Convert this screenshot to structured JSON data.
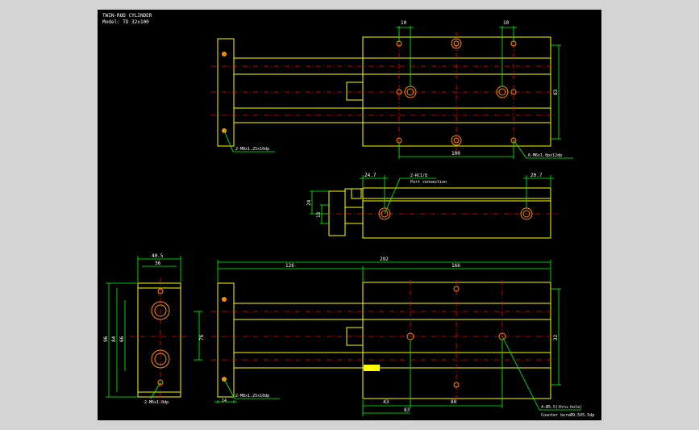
{
  "title_block": {
    "line1": "TWIN-ROD CYLINDER",
    "line2": "Model: TD 32x100"
  },
  "colors": {
    "background": "#000000",
    "outline": "#ffff00",
    "centerline": "#ff0000",
    "dimension": "#00ff00",
    "hole": "#ff8c00",
    "text": "#ffffff",
    "frame": "#d4d4d4"
  },
  "top_view": {
    "dim_left": "10",
    "dim_right": "10",
    "dim_bottom": "100",
    "dim_vert": "83",
    "note_left": "2-M8x1.25x10dp",
    "note_right": "6-M6x1.0px12dp"
  },
  "side_view": {
    "dim_left": "24.7",
    "dim_right": "20.7",
    "port_note": "2-RC1/8",
    "port_sub": "Port connection",
    "dim_v1": "24",
    "dim_v2": "13"
  },
  "front_view": {
    "dim_overall": "292",
    "dim_left": "126",
    "dim_right": "166",
    "dim_vert": "32",
    "dim_b1": "43",
    "dim_b2": "80",
    "dim_b3": "83",
    "note_left": "2-M8x1.25x10dp",
    "note_right": "4-Ø5.5(thru-hole)",
    "note_right2": "Counter boreØ9.5X5.5dp"
  },
  "end_view": {
    "dim_w1": "40.5",
    "dim_w2": "36",
    "dim_h1": "96",
    "dim_h2": "84",
    "dim_h3": "66",
    "dim_h4": "76",
    "note": "2-M6x1.0dp",
    "dim_small": "14"
  }
}
